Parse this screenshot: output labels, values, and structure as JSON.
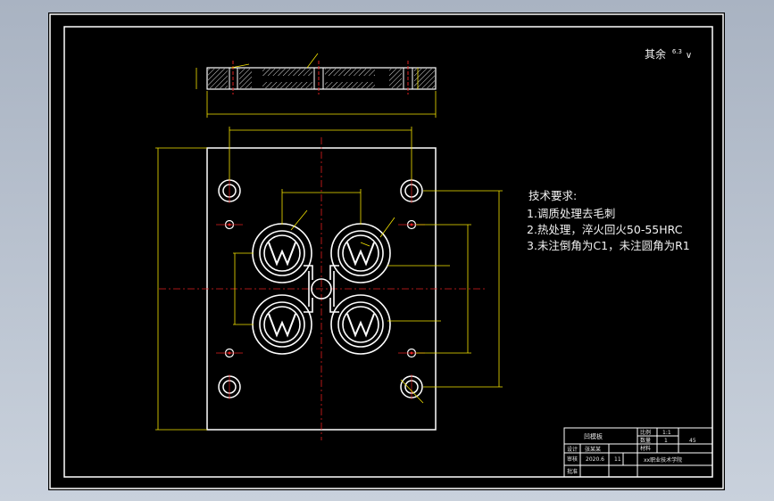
{
  "drawing": {
    "roughness_note": "其余",
    "roughness_value": "6.3",
    "tech_requirements": {
      "title": "技术要求:",
      "items": [
        "1.调质处理去毛刺",
        "2.热处理，淬火回火50-55HRC",
        "3.未注倒角为C1，未注圆角为R1"
      ]
    },
    "title_block": {
      "part_name": "凹模板",
      "row_labels": [
        "设计",
        "审核",
        "批准"
      ],
      "designer": "张某某",
      "date": "2020.6",
      "page": "11",
      "scale_label": "比例",
      "scale_value": "1:1",
      "qty_label": "数量",
      "qty_value": "1",
      "sheet_label": "材料",
      "material": "45",
      "org": "xx职业技术学院"
    }
  },
  "colors": {
    "line": "#ffffff",
    "center_line": "#e02020",
    "dimension": "#f5e400",
    "background": "#000000"
  }
}
